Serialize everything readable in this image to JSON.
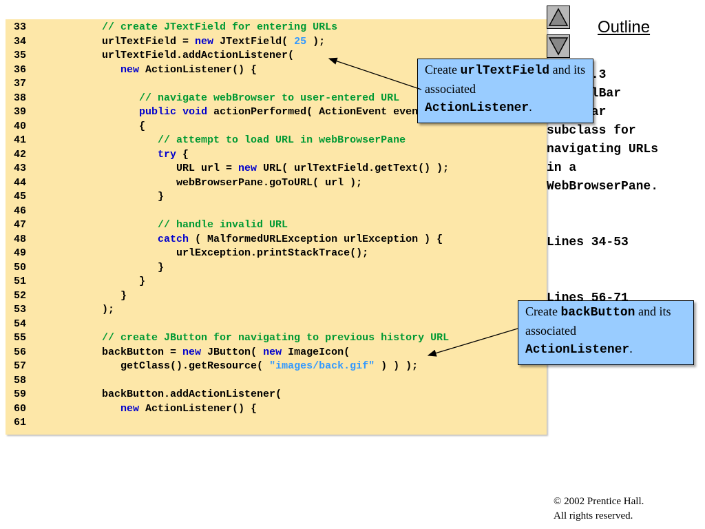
{
  "code_lines": [
    {
      "n": "33",
      "parts": [
        [
          "pl",
          "        "
        ],
        [
          "cm",
          "// create JTextField for entering URLs"
        ]
      ]
    },
    {
      "n": "34",
      "parts": [
        [
          "pl",
          "        urlTextField = "
        ],
        [
          "kw",
          "new"
        ],
        [
          "pl",
          " JTextField( "
        ],
        [
          "num",
          "25"
        ],
        [
          "pl",
          " );"
        ]
      ]
    },
    {
      "n": "35",
      "parts": [
        [
          "pl",
          "        urlTextField.addActionListener("
        ]
      ]
    },
    {
      "n": "36",
      "parts": [
        [
          "pl",
          "           "
        ],
        [
          "kw",
          "new"
        ],
        [
          "pl",
          " ActionListener() {"
        ]
      ]
    },
    {
      "n": "37",
      "parts": []
    },
    {
      "n": "38",
      "parts": [
        [
          "pl",
          "              "
        ],
        [
          "cm",
          "// navigate webBrowser to user-entered URL"
        ]
      ]
    },
    {
      "n": "39",
      "parts": [
        [
          "pl",
          "              "
        ],
        [
          "kw",
          "public"
        ],
        [
          "pl",
          " "
        ],
        [
          "kw",
          "void"
        ],
        [
          "pl",
          " actionPerformed( ActionEvent event )"
        ]
      ]
    },
    {
      "n": "40",
      "parts": [
        [
          "pl",
          "              {"
        ]
      ]
    },
    {
      "n": "41",
      "parts": [
        [
          "pl",
          "                 "
        ],
        [
          "cm",
          "// attempt to load URL in webBrowserPane"
        ]
      ]
    },
    {
      "n": "42",
      "parts": [
        [
          "pl",
          "                 "
        ],
        [
          "kw",
          "try"
        ],
        [
          "pl",
          " {"
        ]
      ]
    },
    {
      "n": "43",
      "parts": [
        [
          "pl",
          "                    URL url = "
        ],
        [
          "kw",
          "new"
        ],
        [
          "pl",
          " URL( urlTextField.getText() );"
        ]
      ]
    },
    {
      "n": "44",
      "parts": [
        [
          "pl",
          "                    webBrowserPane.goToURL( url );"
        ]
      ]
    },
    {
      "n": "45",
      "parts": [
        [
          "pl",
          "                 }"
        ]
      ]
    },
    {
      "n": "46",
      "parts": []
    },
    {
      "n": "47",
      "parts": [
        [
          "pl",
          "                 "
        ],
        [
          "cm",
          "// handle invalid URL"
        ]
      ]
    },
    {
      "n": "48",
      "parts": [
        [
          "pl",
          "                 "
        ],
        [
          "kw",
          "catch"
        ],
        [
          "pl",
          " ( MalformedURLException urlException ) {"
        ]
      ]
    },
    {
      "n": "49",
      "parts": [
        [
          "pl",
          "                    urlException.printStackTrace();"
        ]
      ]
    },
    {
      "n": "50",
      "parts": [
        [
          "pl",
          "                 }"
        ]
      ]
    },
    {
      "n": "51",
      "parts": [
        [
          "pl",
          "              }"
        ]
      ]
    },
    {
      "n": "52",
      "parts": [
        [
          "pl",
          "           }"
        ]
      ]
    },
    {
      "n": "53",
      "parts": [
        [
          "pl",
          "        );"
        ]
      ]
    },
    {
      "n": "54",
      "parts": []
    },
    {
      "n": "55",
      "parts": [
        [
          "pl",
          "        "
        ],
        [
          "cm",
          "// create JButton for navigating to previous history URL"
        ]
      ]
    },
    {
      "n": "56",
      "parts": [
        [
          "pl",
          "        backButton = "
        ],
        [
          "kw",
          "new"
        ],
        [
          "pl",
          " JButton( "
        ],
        [
          "kw",
          "new"
        ],
        [
          "pl",
          " ImageIcon("
        ]
      ]
    },
    {
      "n": "57",
      "parts": [
        [
          "pl",
          "           getClass().getResource( "
        ],
        [
          "str",
          "\"images/back.gif\""
        ],
        [
          "pl",
          " ) ) );"
        ]
      ]
    },
    {
      "n": "58",
      "parts": []
    },
    {
      "n": "59",
      "parts": [
        [
          "pl",
          "        backButton.addActionListener("
        ]
      ]
    },
    {
      "n": "60",
      "parts": [
        [
          "pl",
          "           "
        ],
        [
          "kw",
          "new"
        ],
        [
          "pl",
          " ActionListener() {"
        ]
      ]
    },
    {
      "n": "61",
      "parts": []
    }
  ],
  "outline_label": "Outline",
  "side_lines": [
    "Fig. 2.3",
    "WebToolBar",
    "JToolBar",
    "subclass for",
    "navigating URLs",
    "in a",
    "WebBrowserPane.",
    "",
    "",
    "Lines 34-53",
    "",
    "",
    "Lines 56-71"
  ],
  "callout1": {
    "a": "Create ",
    "b": "urlTextField",
    "c": " and its associated ",
    "d": "ActionListener",
    "e": "."
  },
  "callout2": {
    "a": "Create ",
    "b": "backButton",
    "c": " and its associated ",
    "d": "ActionListener",
    "e": "."
  },
  "copyright": {
    "line1": "© 2002 Prentice Hall.",
    "line2": "All rights reserved."
  },
  "nav": {
    "up_icon": "triangle-up-icon",
    "down_icon": "triangle-down-icon"
  },
  "colors": {
    "panel": "#fde7a8",
    "keyword": "#0000cc",
    "comment": "#009933",
    "number": "#3399ff",
    "callout": "#99ccff"
  }
}
